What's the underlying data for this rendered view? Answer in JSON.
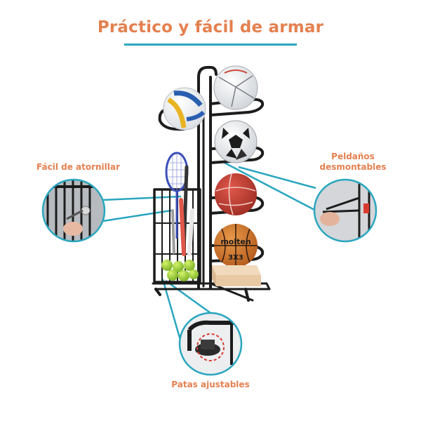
{
  "title": "Práctico y fácil de armar",
  "callouts": {
    "atornillar": "Fácil de atornillar",
    "peldanos_line1": "Peldaños",
    "peldanos_line2": "desmontables",
    "patas": "Patas ajustables"
  },
  "product": {
    "basketball_brand": "molten",
    "basketball_mark": "3X3"
  },
  "colors": {
    "accent_orange": "#e4804f",
    "accent_teal": "#2aa6bf",
    "rack_black": "#1c1c1c"
  }
}
